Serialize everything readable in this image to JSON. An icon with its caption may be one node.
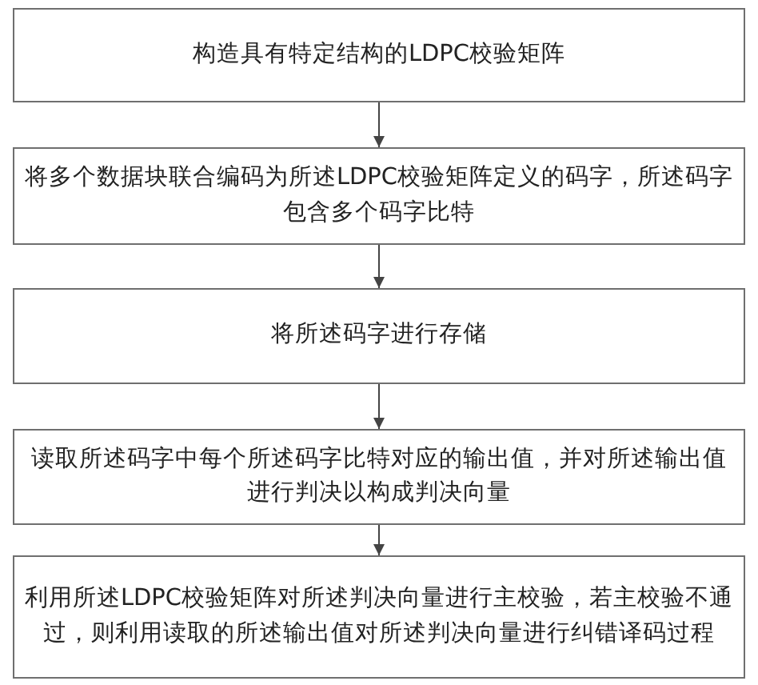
{
  "diagram": {
    "nodes": [
      {
        "text": [
          "构造具有特定结构的LDPC校验矩阵"
        ]
      },
      {
        "text": [
          "将多个数据块联合编码为所述LDPC校验矩阵定义的码字，所述码字包含多个码字比特"
        ]
      },
      {
        "text": [
          "将所述码字进行存储"
        ]
      },
      {
        "text": [
          "读取所述码字中每个所述码字比特对应的输出值，并对所述输出值进行判决以构成判决向量"
        ]
      },
      {
        "text": [
          "利用所述LDPC校验矩阵对所述判决向量进行主校验，若主校验不通过，则利用读取的所述输出值对所述判决向量进行纠错译码过程"
        ]
      }
    ],
    "edges": [
      {
        "from": 0,
        "to": 1,
        "arrow": "to"
      },
      {
        "from": 1,
        "to": 2,
        "arrow": "to"
      },
      {
        "from": 2,
        "to": 3,
        "arrow": "to"
      },
      {
        "from": 3,
        "to": 4,
        "arrow": "to"
      }
    ]
  }
}
